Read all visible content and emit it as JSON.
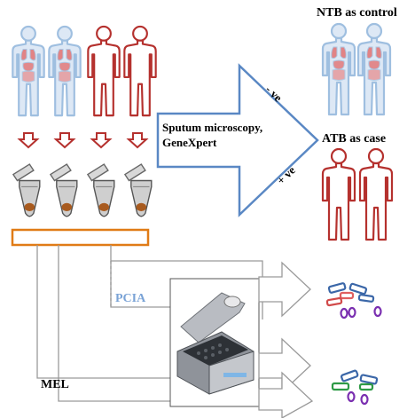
{
  "labels": {
    "ntb_control": "NTB as control",
    "atb_case": "ATB as case",
    "screening_line1": "Sputum microscopy,",
    "screening_line2": "GeneXpert",
    "negative": "- ve",
    "positive": "+ ve",
    "pcia": "PCIA",
    "mel": "MEL"
  },
  "colors": {
    "healthy_outline": "#9fbfe0",
    "healthy_fill": "#dde8f5",
    "tb_outline": "#b5312e",
    "down_arrow": "#b5312e",
    "big_arrow": "#5a88c4",
    "tube_band": "#e07b16",
    "pcia_text": "#7aa3d6",
    "connector_lines": "#9a9a9a",
    "small_arrows": "#9a9a9a"
  },
  "icons": {
    "people_group_top": [
      "healthy-person-icon",
      "healthy-person-icon",
      "tb-patient-icon",
      "tb-patient-icon"
    ],
    "ntb_group": [
      "healthy-person-icon",
      "healthy-person-icon"
    ],
    "atb_group": [
      "tb-patient-icon",
      "tb-patient-icon"
    ],
    "sample_tubes": [
      "tube-icon",
      "tube-icon",
      "tube-icon",
      "tube-icon"
    ],
    "device": "pcr-thermocycler-icon",
    "result_pcia": "protein-molecules-icon",
    "result_mel": "protein-molecules-icon"
  }
}
